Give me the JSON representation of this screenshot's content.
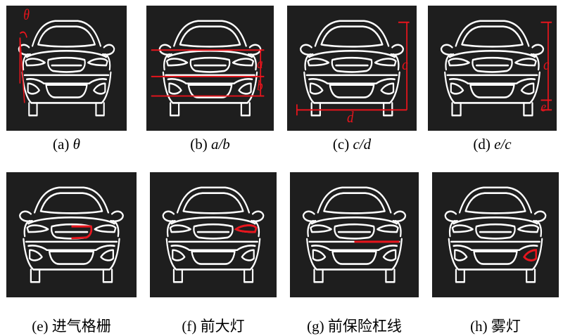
{
  "colors": {
    "background": "#1e1e1e",
    "outline": "#ffffff",
    "highlight": "#e8141c"
  },
  "panels": [
    {
      "id": "a",
      "caption_prefix": "(a) ",
      "caption_var": "θ",
      "labels": {
        "theta": "θ"
      }
    },
    {
      "id": "b",
      "caption_prefix": "(b) ",
      "caption_var": "a/b",
      "labels": {
        "a": "a",
        "b": "b"
      }
    },
    {
      "id": "c",
      "caption_prefix": "(c) ",
      "caption_var": "c/d",
      "labels": {
        "c": "c",
        "d": "d"
      }
    },
    {
      "id": "d",
      "caption_prefix": "(d) ",
      "caption_var": "e/c",
      "labels": {
        "c": "c",
        "e": "e"
      }
    },
    {
      "id": "e",
      "caption_prefix": "(e) 进气格栅",
      "caption_var": ""
    },
    {
      "id": "f",
      "caption_prefix": "(f) 前大灯",
      "caption_var": ""
    },
    {
      "id": "g",
      "caption_prefix": "(g) 前保险杠线",
      "caption_var": ""
    },
    {
      "id": "h",
      "caption_prefix": "(h) 雾灯",
      "caption_var": ""
    }
  ]
}
